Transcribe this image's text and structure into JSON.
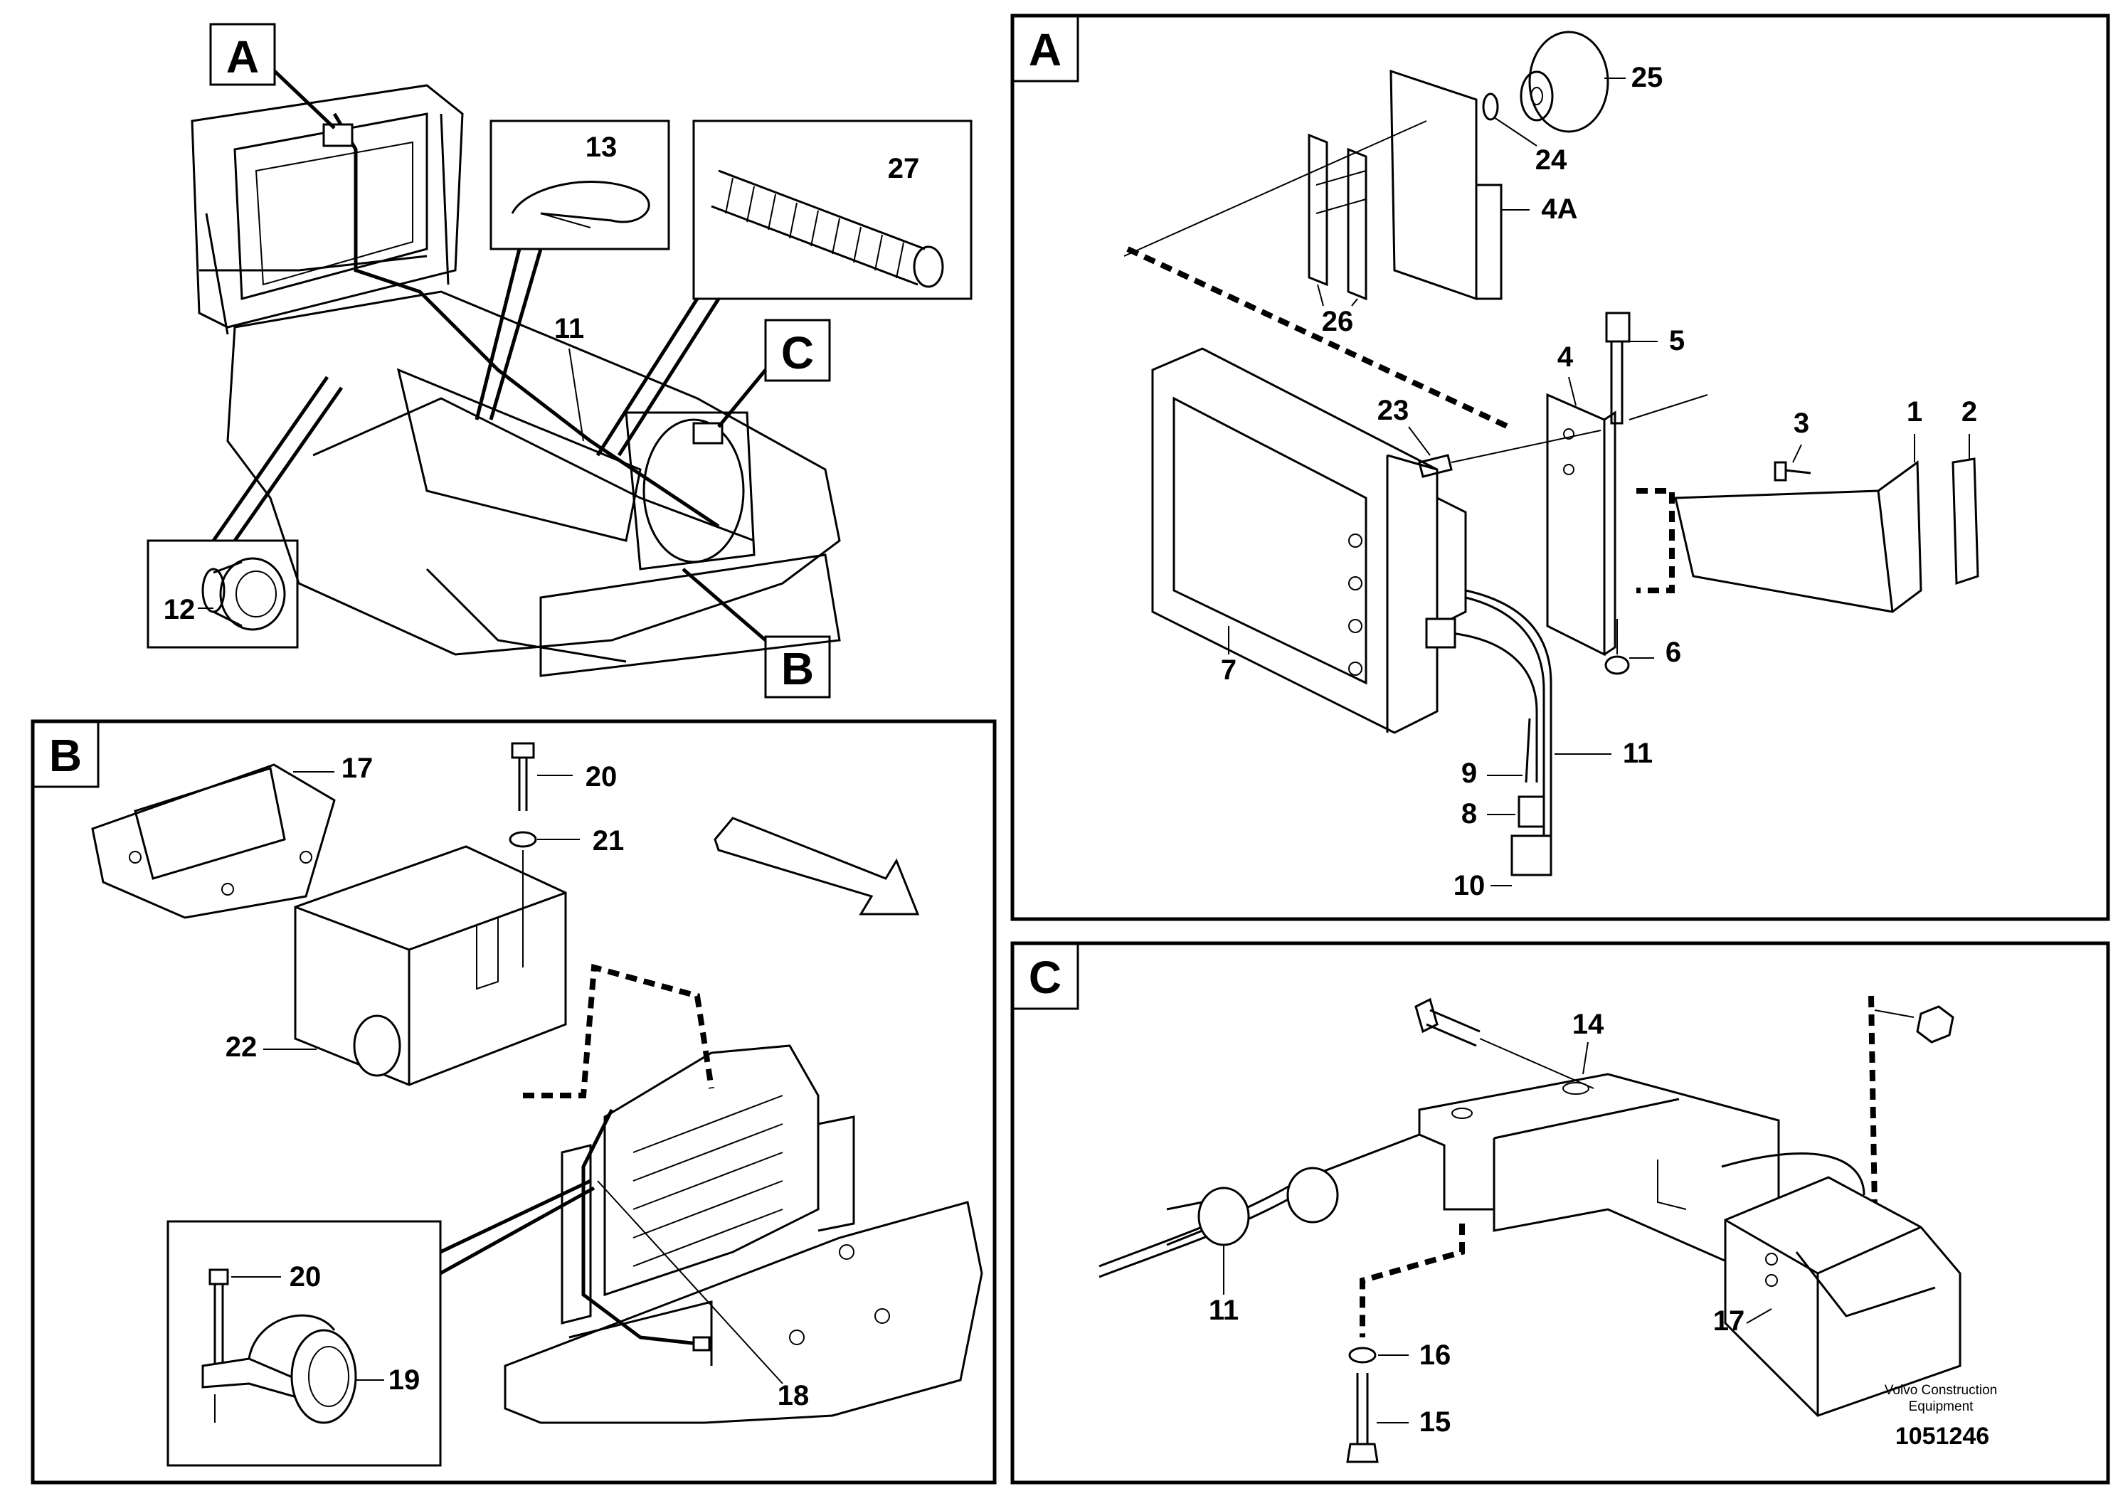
{
  "sections": {
    "overview": {
      "callout_a": "A",
      "callout_b": "B",
      "callout_c": "C",
      "parts": {
        "p11": "11",
        "p12": "12",
        "p13": "13",
        "p27": "27"
      }
    },
    "a": {
      "title": "A",
      "parts": {
        "p1": "1",
        "p2": "2",
        "p3": "3",
        "p4": "4",
        "p4a": "4A",
        "p5": "5",
        "p6": "6",
        "p7": "7",
        "p8": "8",
        "p9": "9",
        "p10": "10",
        "p11": "11",
        "p23": "23",
        "p24": "24",
        "p25": "25",
        "p26": "26"
      }
    },
    "b": {
      "title": "B",
      "parts": {
        "p17": "17",
        "p18": "18",
        "p19": "19",
        "p20a": "20",
        "p20b": "20",
        "p21": "21",
        "p22": "22"
      }
    },
    "c": {
      "title": "C",
      "parts": {
        "p11": "11",
        "p14": "14",
        "p15": "15",
        "p16": "16",
        "p17": "17"
      }
    }
  },
  "footer": {
    "company_line1": "Volvo Construction",
    "company_line2": "Equipment",
    "doc_number": "1051246"
  }
}
